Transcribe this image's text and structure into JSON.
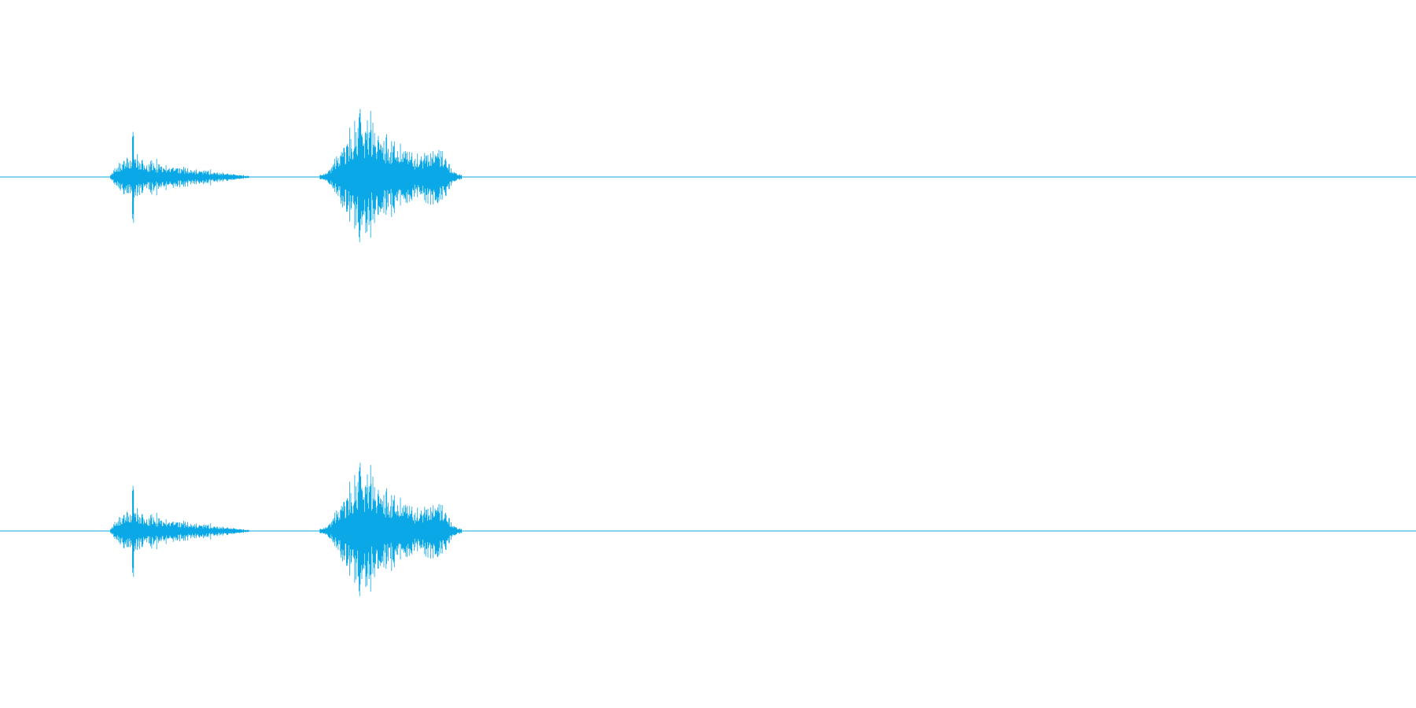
{
  "waveform": {
    "color": "#0aa8e6",
    "background": "#ffffff",
    "channels": [
      {
        "bursts": [
          {
            "start": 0.078,
            "end": 0.176,
            "peak": 0.35,
            "transient_at": 0.094,
            "transient_peak": 0.37,
            "envelope": [
              0.03,
              0.12,
              0.18,
              0.17,
              0.14,
              0.13,
              0.11,
              0.1,
              0.09,
              0.08,
              0.07,
              0.06,
              0.05,
              0.04,
              0.03,
              0.02,
              0.01
            ]
          },
          {
            "start": 0.226,
            "end": 0.326,
            "peak": 0.55,
            "transient_at": 0.254,
            "transient_peak": 0.55,
            "envelope": [
              0.02,
              0.06,
              0.18,
              0.3,
              0.4,
              0.52,
              0.48,
              0.38,
              0.36,
              0.3,
              0.26,
              0.22,
              0.2,
              0.24,
              0.3,
              0.2,
              0.05,
              0.02
            ]
          }
        ]
      },
      {
        "bursts": [
          {
            "start": 0.078,
            "end": 0.176,
            "peak": 0.35,
            "transient_at": 0.094,
            "transient_peak": 0.37,
            "envelope": [
              0.03,
              0.12,
              0.18,
              0.17,
              0.14,
              0.13,
              0.11,
              0.1,
              0.09,
              0.08,
              0.07,
              0.06,
              0.05,
              0.04,
              0.03,
              0.02,
              0.01
            ]
          },
          {
            "start": 0.226,
            "end": 0.326,
            "peak": 0.55,
            "transient_at": 0.254,
            "transient_peak": 0.55,
            "envelope": [
              0.02,
              0.06,
              0.18,
              0.3,
              0.4,
              0.52,
              0.48,
              0.38,
              0.36,
              0.3,
              0.26,
              0.22,
              0.2,
              0.24,
              0.3,
              0.2,
              0.05,
              0.02
            ]
          }
        ]
      }
    ]
  }
}
